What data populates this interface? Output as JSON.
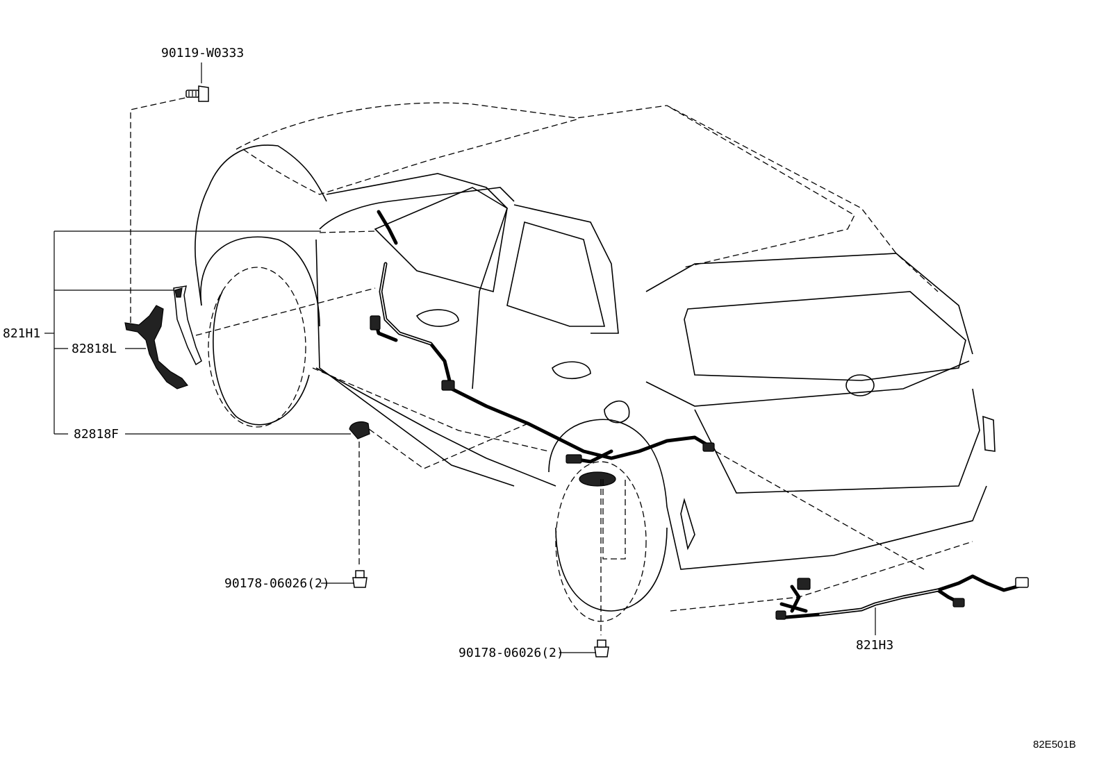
{
  "labels": {
    "bolt": "90119-W0333",
    "assy_left": "821H1",
    "protector_l": "82818L",
    "protector_f": "82818F",
    "clip_front": "90178-06026(2)",
    "clip_rear": "90178-06026(2)",
    "assy_rear": "821H3"
  },
  "diagram_code": "82E501B"
}
